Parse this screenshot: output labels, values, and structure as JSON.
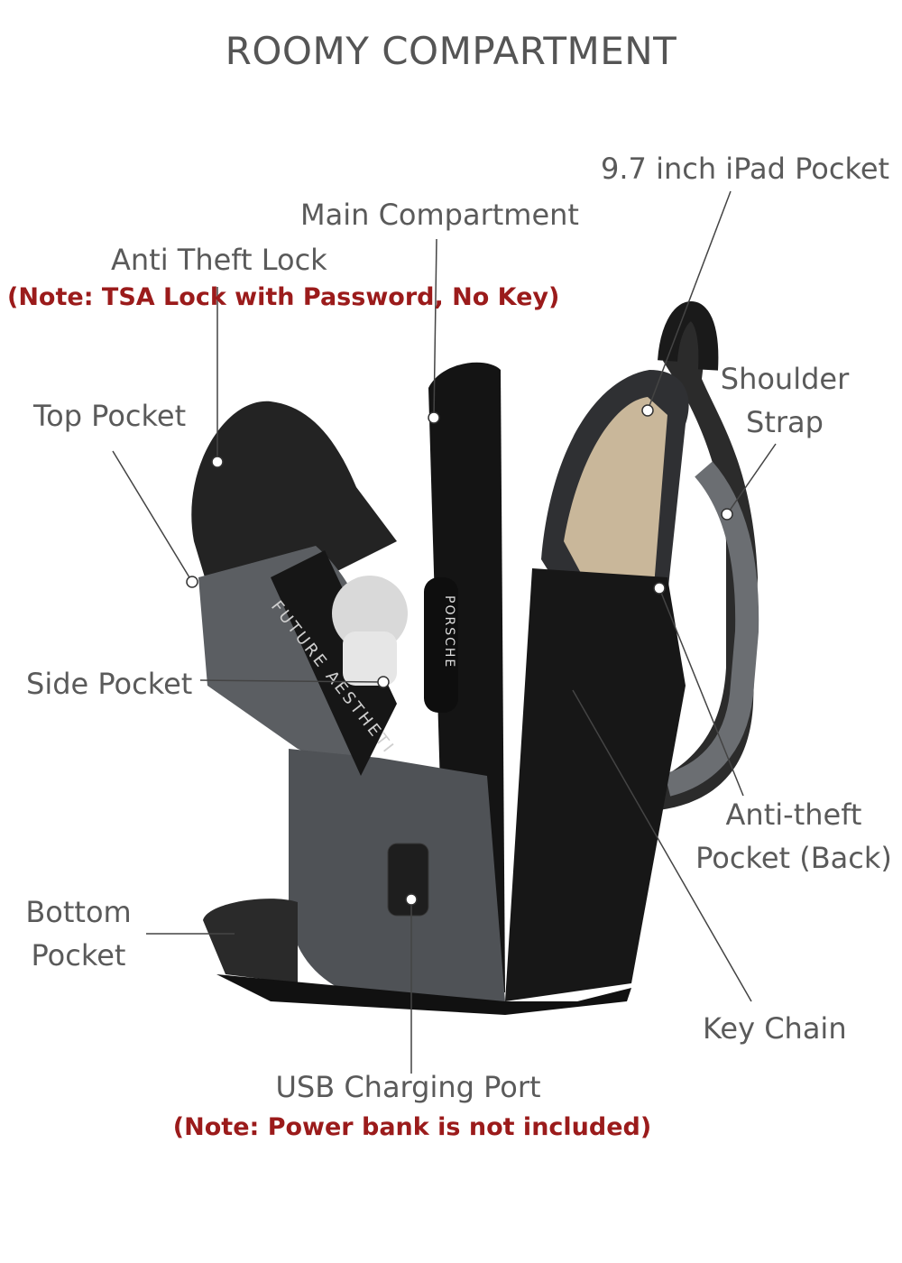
{
  "title": "ROOMY COMPARTMENT",
  "labels": {
    "ipad_pocket": "9.7 inch iPad Pocket",
    "main_compartment": "Main Compartment",
    "anti_theft_lock": "Anti Theft Lock",
    "anti_theft_lock_note": "(Note: TSA Lock with Password, No Key)",
    "top_pocket": "Top Pocket",
    "shoulder_strap_line1": "Shoulder",
    "shoulder_strap_line2": "Strap",
    "side_pocket": "Side Pocket",
    "anti_theft_back_line1": "Anti-theft",
    "anti_theft_back_line2": "Pocket (Back)",
    "bottom_pocket_line1": "Bottom",
    "bottom_pocket_line2": "Pocket",
    "key_chain": "Key Chain",
    "usb_port": "USB Charging Port",
    "usb_port_note": "(Note: Power bank is not included)"
  },
  "product_print": {
    "side_text": "FUTURE AESTHETI",
    "brand_tag": "PORSCHE"
  },
  "colors": {
    "label": "#5a5a5a",
    "note": "#9b1b1b",
    "bag_dark": "#1c1c1c",
    "bag_grey": "#5b5e62"
  }
}
